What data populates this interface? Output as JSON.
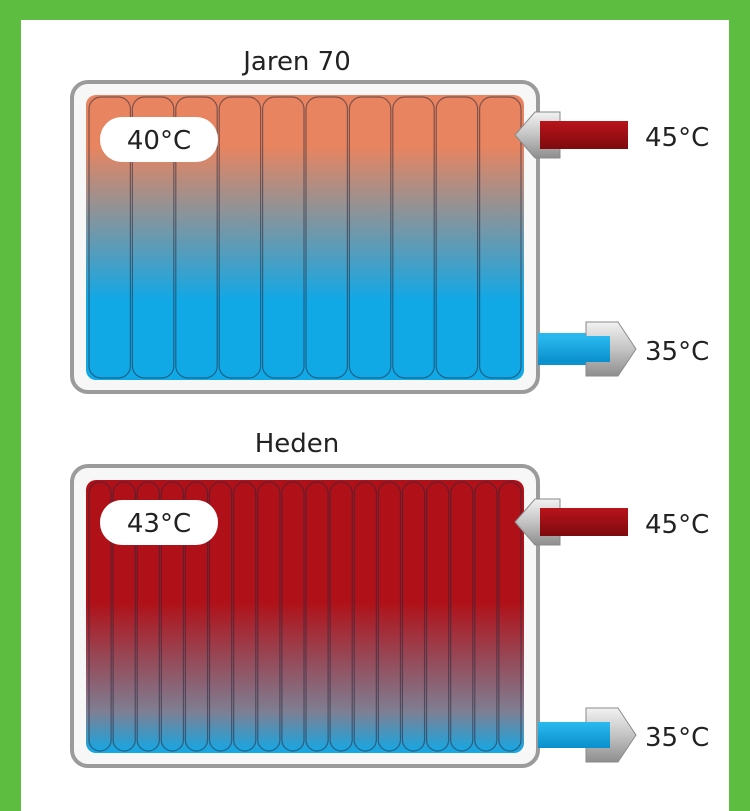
{
  "colors": {
    "frame_green": "#5cbd40",
    "warm": "#e8845f",
    "cold": "#11a8e6",
    "hot": "#b01119",
    "case": "#9b9b9b",
    "case_fill": "#f7f7f7",
    "inlet": "#9a0f14",
    "outlet": "#14a9e6"
  },
  "radiators": [
    {
      "title": "Jaren 70",
      "surface_temp": "40°C",
      "inlet_temp": "45°C",
      "outlet_temp": "35°C",
      "column_count": 10,
      "gradient_top": "#e8845f",
      "gradient_bottom": "#11a8e6"
    },
    {
      "title": "Heden",
      "surface_temp": "43°C",
      "inlet_temp": "45°C",
      "outlet_temp": "35°C",
      "column_count": 18,
      "gradient_top": "#b01119",
      "gradient_bottom": "#11a8e6"
    }
  ]
}
